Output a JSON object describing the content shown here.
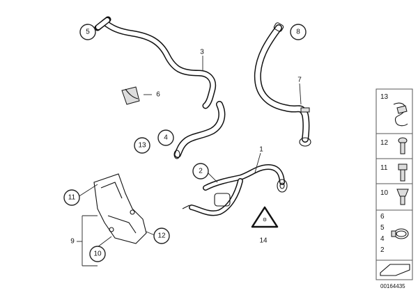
{
  "callouts": {
    "c5": "5",
    "c8": "8",
    "c6": "6",
    "c4": "4",
    "c13": "13",
    "c2": "2",
    "c11": "11",
    "c12": "12",
    "c10": "10"
  },
  "labels": {
    "l3": "3",
    "l7": "7",
    "l1": "1",
    "l9": "9",
    "l14": "14"
  },
  "side_panel": {
    "p13": "13",
    "p12": "12",
    "p11": "11",
    "p10": "10",
    "p_group": [
      "6",
      "5",
      "4",
      "2"
    ]
  },
  "diagram_id": "00164435"
}
